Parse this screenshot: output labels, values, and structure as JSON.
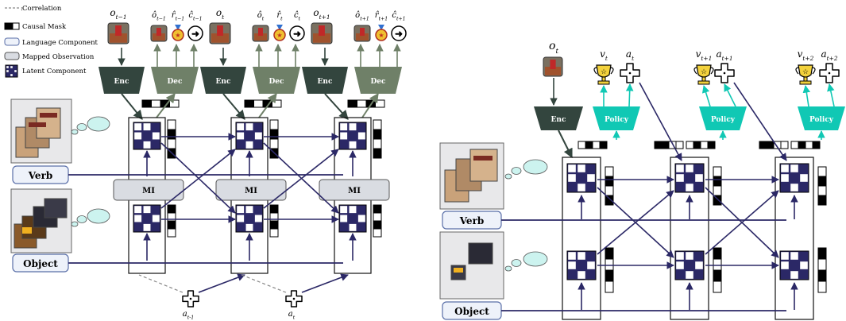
{
  "legend": {
    "correlation": "Correlation",
    "causal_mask": "Causal Mask",
    "language_component": "Language Component",
    "mapped_observation": "Mapped Observation",
    "latent_component": "Latent Component"
  },
  "left": {
    "encoder_label": "Enc",
    "decoder_label": "Dec",
    "mi_label": "MI",
    "verb_label": "Verb",
    "object_label": "Object",
    "steps": [
      {
        "obs": "o",
        "obs_sub": "t−1",
        "dec": [
          {
            "base": "ô",
            "sub": "t−1"
          },
          {
            "base": "r̂",
            "sub": "t−1"
          },
          {
            "base": "ĉ",
            "sub": "t−1"
          }
        ]
      },
      {
        "obs": "o",
        "obs_sub": "t",
        "dec": [
          {
            "base": "ô",
            "sub": "t"
          },
          {
            "base": "r̂",
            "sub": "t"
          },
          {
            "base": "ĉ",
            "sub": "t"
          }
        ]
      },
      {
        "obs": "o",
        "obs_sub": "t+1",
        "dec": [
          {
            "base": "ô",
            "sub": "t+1"
          },
          {
            "base": "r̂",
            "sub": "t+1"
          },
          {
            "base": "ĉ",
            "sub": "t+1"
          }
        ]
      }
    ],
    "actions": [
      {
        "base": "a",
        "sub": "t-1"
      },
      {
        "base": "a",
        "sub": "t"
      }
    ]
  },
  "right": {
    "encoder_label": "Enc",
    "policy_label": "Policy",
    "verb_label": "Verb",
    "object_label": "Object",
    "obs": {
      "base": "o",
      "sub": "t"
    },
    "steps": [
      {
        "v": "v",
        "v_sub": "t",
        "a": "a",
        "a_sub": "t"
      },
      {
        "v": "v",
        "v_sub": "t+1",
        "a": "a",
        "a_sub": "t+1"
      },
      {
        "v": "v",
        "v_sub": "t+2",
        "a": "a",
        "a_sub": "t+2"
      }
    ]
  },
  "colors": {
    "encoder": "#33453e",
    "decoder": "#6f8068",
    "policy": "#10c8b4",
    "latent": "#2b2866",
    "arrow": "#2b2866",
    "mi_fill": "#d9dce2",
    "verb_fill": "#eef2fa",
    "verb_border": "#5a6fa8",
    "bubble": "#ccf3ef",
    "trophy": "#f3d23c"
  }
}
